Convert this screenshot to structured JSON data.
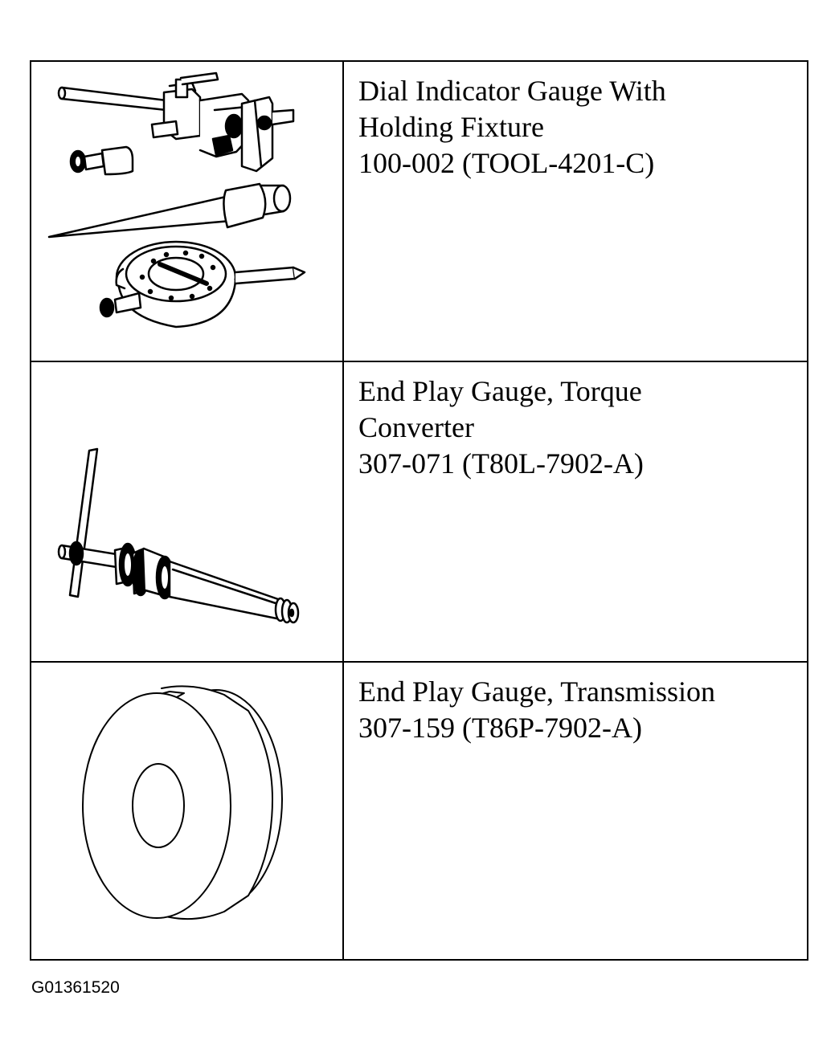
{
  "tools": [
    {
      "name_lines": [
        "Dial Indicator Gauge With",
        "Holding Fixture"
      ],
      "part_number": "100-002 (TOOL-4201-C)",
      "icon": "dial-indicator-gauge-icon"
    },
    {
      "name_lines": [
        "End Play Gauge, Torque",
        "Converter"
      ],
      "part_number": "307-071 (T80L-7902-A)",
      "icon": "end-play-gauge-torque-converter-icon"
    },
    {
      "name_lines": [
        "End Play Gauge, Transmission"
      ],
      "part_number": "307-159 (T86P-7902-A)",
      "icon": "end-play-gauge-transmission-icon"
    }
  ],
  "figure_id": "G01361520"
}
